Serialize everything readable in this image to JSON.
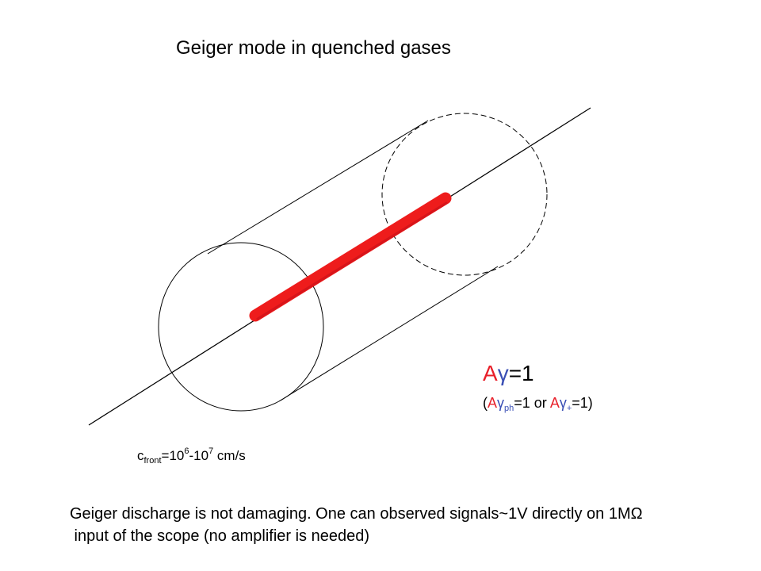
{
  "title": "Geiger mode in quenched gases",
  "formula": {
    "main_a": "A",
    "main_gamma": "γ",
    "main_eq": "=1",
    "alt_open": "(",
    "alt_a1": "A",
    "alt_gamma1": "γ",
    "alt_sub1": "ph",
    "alt_eq1": "=1 or ",
    "alt_a2": "A",
    "alt_gamma2": "γ",
    "alt_sub2": "+",
    "alt_eq2": "=1)"
  },
  "speed": {
    "symbol": "c",
    "sub": "front",
    "eq": "=10",
    "exp1": "6",
    "dash": "-10",
    "exp2": "7",
    "unit": " cm/s"
  },
  "description": {
    "line1": "Geiger discharge is not damaging. One can observed signals~1V directly on 1MΩ",
    "line2": " input of the scope (no amplifier is needed)"
  },
  "colors": {
    "discharge": "#ee1c1c",
    "accent_red": "#e8202a",
    "accent_blue": "#3a4fb5"
  }
}
